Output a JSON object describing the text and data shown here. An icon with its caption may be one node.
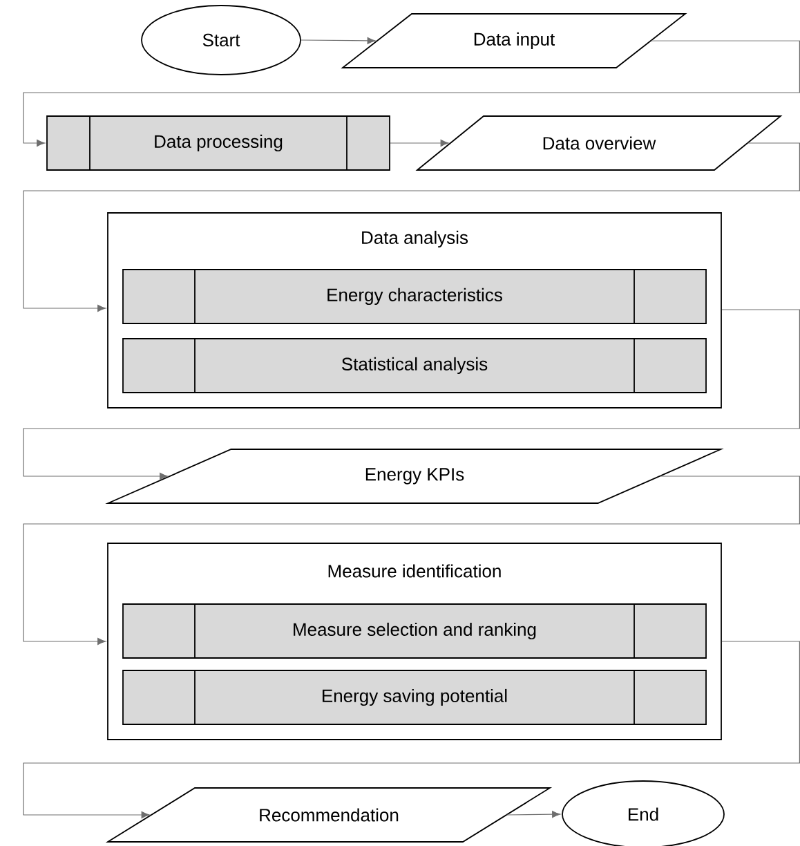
{
  "diagram": {
    "nodes": [
      {
        "text": [
          "Start"
        ]
      },
      {
        "text": [
          "Data input"
        ]
      },
      {
        "text": [
          "Data processing"
        ]
      },
      {
        "text": [
          "Data overview"
        ]
      },
      {
        "text": [
          "Data analysis"
        ]
      },
      {
        "text": [
          "Energy characteristics"
        ],
        "in": 4
      },
      {
        "text": [
          "Statistical analysis"
        ],
        "in": 4
      },
      {
        "text": [
          "Energy KPIs"
        ]
      },
      {
        "text": [
          "Measure identification"
        ]
      },
      {
        "text": [
          "Measure selection and ranking"
        ],
        "in": 8
      },
      {
        "text": [
          "Energy saving potential"
        ],
        "in": 8
      },
      {
        "text": [
          "Recommendation"
        ]
      },
      {
        "text": [
          "End"
        ]
      }
    ],
    "edges": [
      {
        "from": 0,
        "to": 1,
        "arrow": "to"
      },
      {
        "from": 1,
        "to": 2,
        "arrow": "to"
      },
      {
        "from": 2,
        "to": 3,
        "arrow": "to"
      },
      {
        "from": 3,
        "to": 4,
        "arrow": "to"
      },
      {
        "from": 4,
        "to": 7,
        "arrow": "to"
      },
      {
        "from": 7,
        "to": 8,
        "arrow": "to"
      },
      {
        "from": 8,
        "to": 11,
        "arrow": "to"
      },
      {
        "from": 11,
        "to": 12,
        "arrow": "to"
      }
    ]
  }
}
